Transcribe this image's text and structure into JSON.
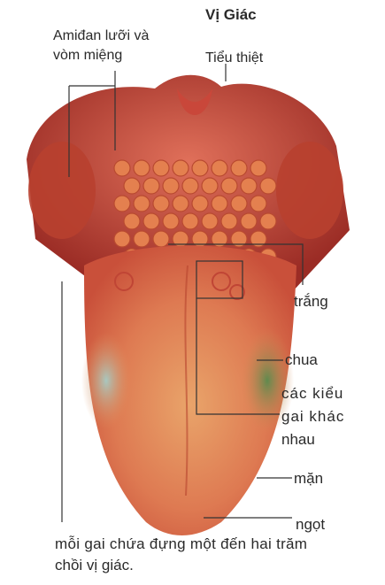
{
  "title": "Vị Giác",
  "labels": {
    "amidan_line1": "Amiđan lưỡi và",
    "amidan_line2": "vòm miệng",
    "tieu_thiet": "Tiểu thiệt",
    "trang": "trắng",
    "chua": "chua",
    "cac_kieu_line1": "các kiểu",
    "cac_kieu_line2": "gai khác",
    "cac_kieu_line3": "nhau",
    "man": "mặn",
    "ngot": "ngọt"
  },
  "caption": {
    "line1": "mỗi gai chứa đựng một đến hai trăm",
    "line2": "chồi vị giác."
  },
  "colors": {
    "tongue": "#d9654a",
    "throat": "#b53a2e",
    "papillae": "#e07a4a",
    "sour_zone": "#6f8f58",
    "salty_zone": "#9fb8b0",
    "leader": "#333333"
  }
}
